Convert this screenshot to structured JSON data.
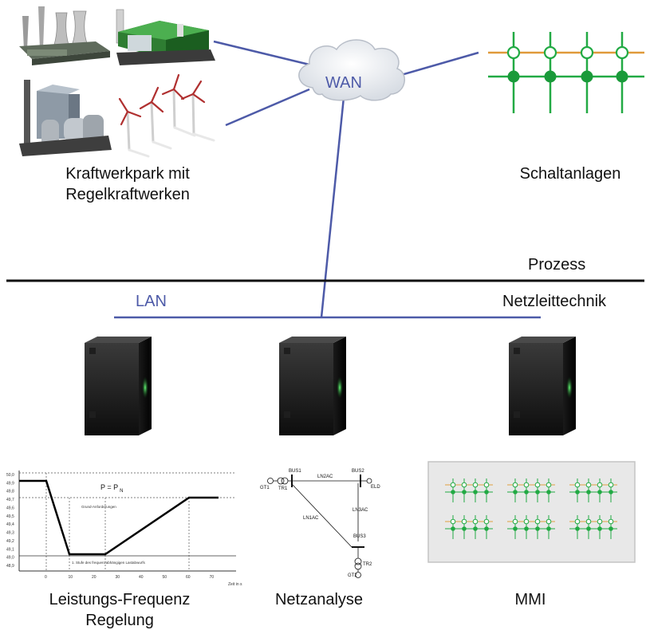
{
  "network": {
    "wan_label": "WAN",
    "lan_label": "LAN"
  },
  "zones": {
    "process_label": "Prozess",
    "control_label": "Netzleittechnik"
  },
  "top": {
    "plant_label_line1": "Kraftwerkpark mit",
    "plant_label_line2": "Regelkraftwerken",
    "substation_label": "Schaltanlagen"
  },
  "apps": {
    "lfc_line1": "Leistungs-Frequenz",
    "lfc_line2": "Regelung",
    "netanalysis": "Netzanalyse",
    "mmi": "MMI"
  },
  "lfc_chart": {
    "formula": "P = P",
    "formula_sub": "N",
    "note_top": "Grund-Anforderungen",
    "note_bottom": "1. Stufe des frequenzabhängigen Lastabwurfs",
    "x_axis_title": "Zeit in s",
    "x_ticks": [
      "0",
      "10",
      "20",
      "30",
      "40",
      "50",
      "60",
      "70"
    ],
    "y_ticks": [
      "50,0",
      "49,9",
      "49,8",
      "49,7",
      "49,6",
      "49,5",
      "49,4",
      "49,3",
      "49,2",
      "49,1",
      "49,0",
      "48,9"
    ]
  },
  "net_schematic": {
    "bus1": "BUS1",
    "bus2": "BUS2",
    "bus3": "BUS3",
    "ln2ac": "LN2AC",
    "ln1ac": "LN1AC",
    "ln3ac": "LN3AC",
    "gt1": "GT1",
    "tr1": "TR1",
    "eld": "ELD",
    "tr2": "TR2",
    "gt2": "GT2"
  },
  "colors": {
    "network_line": "#4d5aa8",
    "separator": "#111111",
    "bus_green": "#22aa44",
    "bus_orange": "#e0a040",
    "server_glow": "#33dd55"
  }
}
